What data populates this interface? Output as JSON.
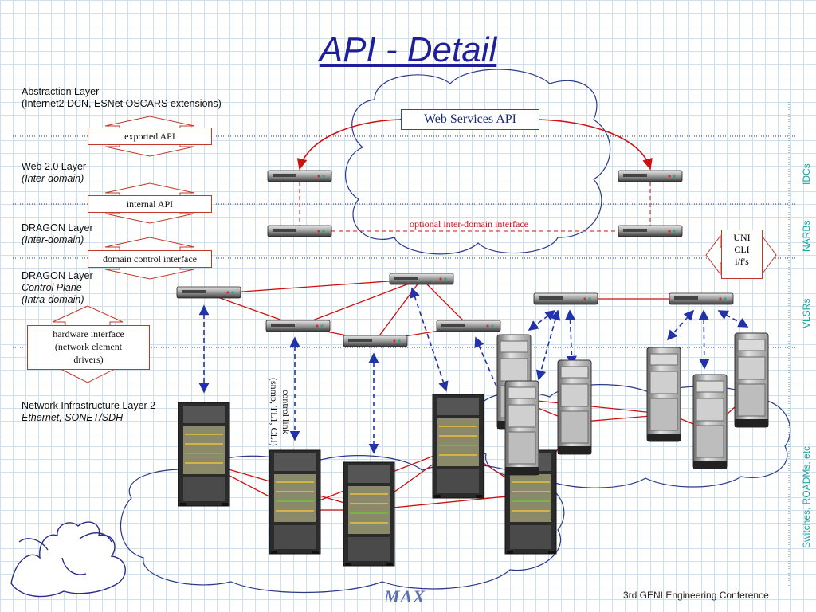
{
  "title": "API - Detail",
  "layers": {
    "abstraction": {
      "name": "Abstraction Layer",
      "sub": "(Internet2 DCN, ESNet OSCARS extensions)"
    },
    "web20": {
      "name": "Web 2.0 Layer",
      "sub": "(Inter-domain)"
    },
    "dragon_inter": {
      "name": "DRAGON Layer",
      "sub": "(Inter-domain)"
    },
    "dragon_intra": {
      "name": "DRAGON Layer",
      "sub1": "Control Plane",
      "sub2": "(Intra-domain)"
    },
    "network": {
      "name": "Network Infrastructure Layer 2",
      "sub": "Ethernet, SONET/SDH"
    }
  },
  "interfaces": {
    "exported_api": "exported API",
    "internal_api": "internal API",
    "domain_control": "domain control interface",
    "hardware_line1": "hardware interface",
    "hardware_line2": "(network element",
    "hardware_line3": "drivers)"
  },
  "web_services_api": "Web Services API",
  "optional_interface": "optional inter-domain interface",
  "uni": {
    "line1": "UNI",
    "line2": "CLI",
    "line3": "i/f's"
  },
  "control_link": {
    "line1": "control link",
    "line2": "(snmp, TL1, CLI)"
  },
  "side_labels": {
    "idcs": "IDCs",
    "narbs": "NARBs",
    "vlsrs": "VLSRs",
    "switches": "Switches, ROADMs, etc."
  },
  "footer": "3rd GENI Engineering Conference",
  "logo_text": "MAX",
  "colors": {
    "title": "#1f1f9a",
    "red_link": "#cc1111",
    "blue_dashed": "#2233aa",
    "side_label": "#1aa5a5",
    "divider": "#2a3a8a"
  }
}
